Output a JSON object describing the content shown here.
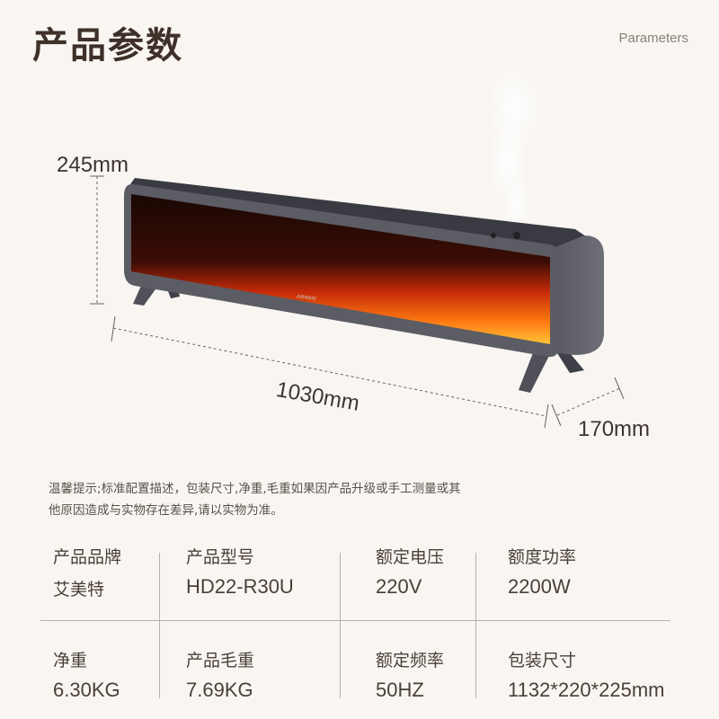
{
  "header": {
    "title": "产品参数",
    "subtitle": "Parameters"
  },
  "product_image": {
    "brand_logo": "AIRMATE",
    "dimensions": {
      "height": "245mm",
      "length": "1030mm",
      "depth": "170mm"
    }
  },
  "notice": "温馨提示;标准配置描述，包装尺寸,净重,毛重如果因产品升级或手工测量或其他原因造成与实物存在差异,请以实物为准。",
  "specs": [
    {
      "label": "产品品牌",
      "value": "艾美特"
    },
    {
      "label": "产品型号",
      "value": "HD22-R30U"
    },
    {
      "label": "额定电压",
      "value": "220V"
    },
    {
      "label": "额度功率",
      "value": "2200W"
    },
    {
      "label": "净重",
      "value": "6.30KG"
    },
    {
      "label": "产品毛重",
      "value": "7.69KG"
    },
    {
      "label": "额定频率",
      "value": "50HZ"
    },
    {
      "label": "包装尺寸",
      "value": "1132*220*225mm"
    }
  ],
  "colors": {
    "background": "#f9f6f2",
    "text": "#4a3f38",
    "heater_body": "#4a4b52",
    "flame": "#ff6a10"
  }
}
